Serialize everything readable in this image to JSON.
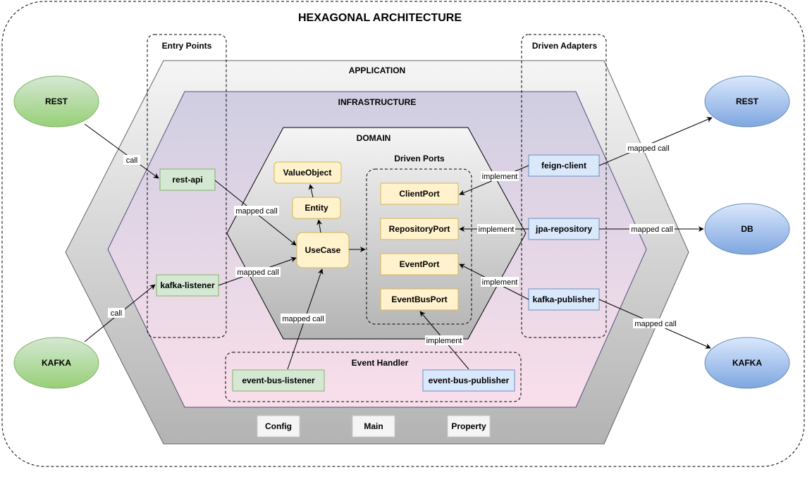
{
  "title": "HEXAGONAL ARCHITECTURE",
  "layers": {
    "application": "APPLICATION",
    "infrastructure": "INFRASTRUCTURE",
    "domain": "DOMAIN"
  },
  "groups": {
    "entry_points": "Entry Points",
    "driven_adapters": "Driven Adapters",
    "driven_ports": "Driven Ports",
    "event_handler": "Event Handler"
  },
  "external": {
    "rest_in": "REST",
    "kafka_in": "KAFKA",
    "rest_out": "REST",
    "db_out": "DB",
    "kafka_out": "KAFKA"
  },
  "entry_adapters": {
    "rest_api": "rest-api",
    "kafka_listener": "kafka-listener"
  },
  "domain_nodes": {
    "value_object": "ValueObject",
    "entity": "Entity",
    "use_case": "UseCase"
  },
  "ports": {
    "client_port": "ClientPort",
    "repository_port": "RepositoryPort",
    "event_port": "EventPort",
    "event_bus_port": "EventBusPort"
  },
  "driven_adapters": {
    "feign_client": "feign-client",
    "jpa_repository": "jpa-repository",
    "kafka_publisher": "kafka-publisher"
  },
  "event_handler": {
    "listener": "event-bus-listener",
    "publisher": "event-bus-publisher"
  },
  "app_items": {
    "config": "Config",
    "main": "Main",
    "property": "Property"
  },
  "edge_labels": {
    "call": "call",
    "mapped_call": "mapped call",
    "implement": "implement"
  },
  "colors": {
    "green_fill": "#d5e8d4",
    "green_stroke": "#82b366",
    "blue_fill": "#dae8fc",
    "blue_stroke": "#6c8ebf",
    "yellow_fill": "#fff2cc",
    "yellow_stroke": "#d6b656",
    "gray_fill": "#f5f5f5",
    "gray_stroke": "#666666",
    "infra_top": "#d0cee2",
    "infra_bottom": "#f9dfea"
  }
}
